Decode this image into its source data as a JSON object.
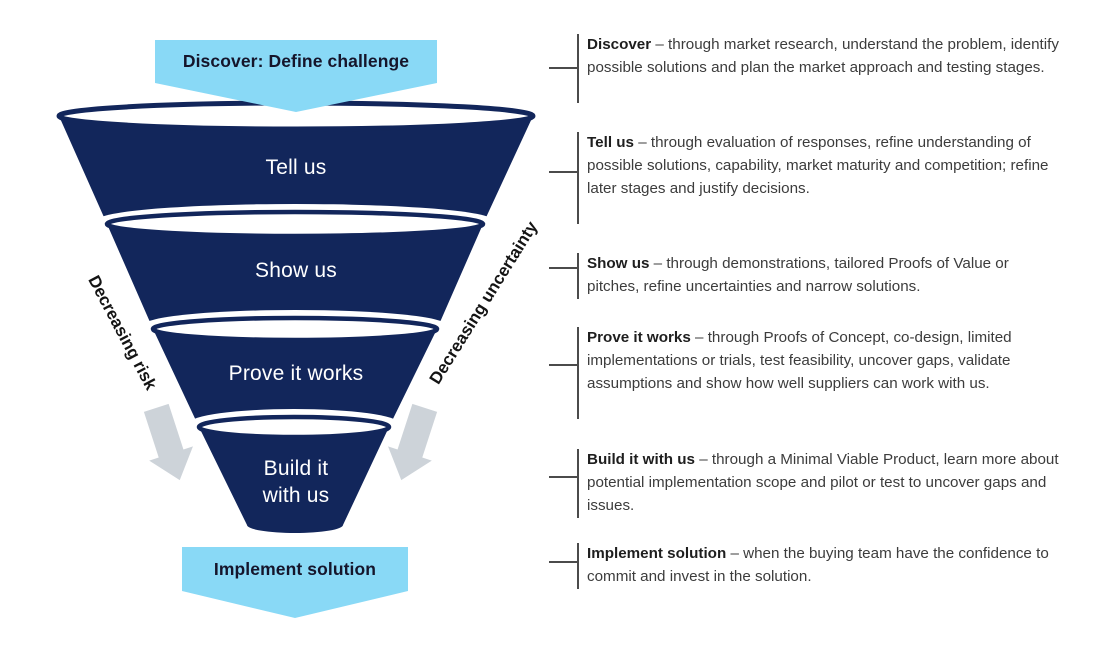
{
  "colors": {
    "funnel_navy": "#12265b",
    "banner_light_blue": "#89d9f6",
    "arrow_gray": "#cdd3d9",
    "connector_line": "#4b4b4b",
    "body_text": "#3c3c3c"
  },
  "banners": {
    "top": "Discover: Define challenge",
    "bottom": "Implement solution"
  },
  "stages": [
    {
      "label": "Tell us"
    },
    {
      "label": "Show us"
    },
    {
      "label": "Prove it works"
    },
    {
      "line1": "Build it",
      "line2": "with us"
    }
  ],
  "side_labels": {
    "left": "Decreasing risk",
    "right": "Decreasing uncertainty"
  },
  "descriptions": [
    {
      "lead": "Discover",
      "text": " – through market research, understand the problem, identify possible solutions and plan the market approach and testing stages."
    },
    {
      "lead": "Tell us",
      "text": " – through evaluation of responses, refine understanding of possible solutions, capability, market maturity and competition; refine later stages and justify decisions."
    },
    {
      "lead": "Show us",
      "text": " – through demonstrations, tailored Proofs of Value or pitches, refine uncertainties and narrow solutions."
    },
    {
      "lead": "Prove it works",
      "text": " – through Proofs of Concept, co-design, limited implementations or trials, test feasibility, uncover gaps, validate assumptions and show how well suppliers can work with us."
    },
    {
      "lead": "Build it with us",
      "text": " – through a Minimal Viable Product, learn more about potential implementation scope and pilot or test to uncover gaps and issues."
    },
    {
      "lead": "Implement solution",
      "text": " – when the buying team have the confidence to commit and invest in the solution."
    }
  ]
}
